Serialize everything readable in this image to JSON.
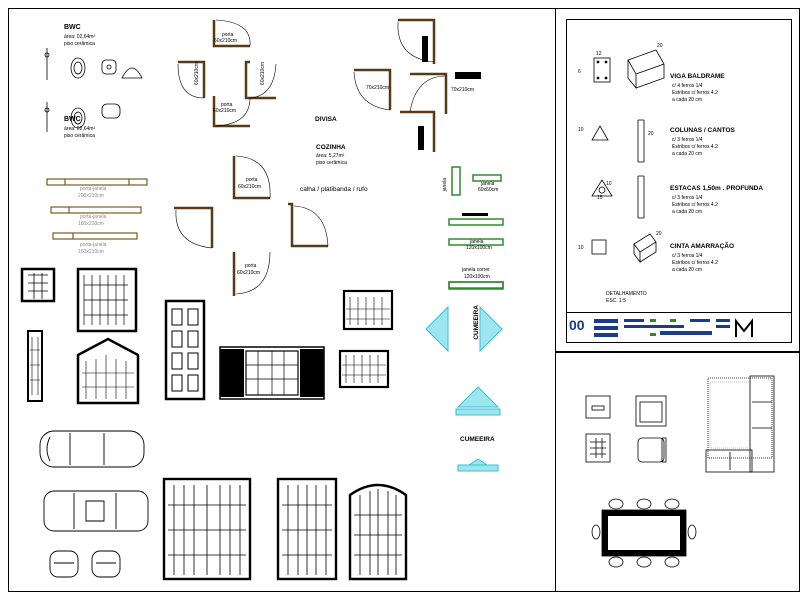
{
  "bwc1": {
    "title": "BWC",
    "area": "área: 02,64m²",
    "floor": "piso cerâmica"
  },
  "bwc2": {
    "title": "BWC",
    "area": "área: 02,64m²",
    "floor": "piso cerâmica"
  },
  "divisa": "DIVISA",
  "cozinha": {
    "title": "COZINHA",
    "area": "área: 5,27m²",
    "floor": "piso cerâmica"
  },
  "calha": "calha / platibanda / rufo",
  "porta_label": "porta",
  "porta_dim": "60x210cm",
  "porta_dim2": "70x210cm",
  "janela_label": "janela",
  "janela_dim1": "60x60cm",
  "janela_dim2": "120x100cm",
  "janela_corrar": "janela correr",
  "janela_corrar_dim": "120x100cm",
  "porta_janela": {
    "label": "porta-janela",
    "dim1": "200x210cm",
    "dim2": "180x210cm",
    "dim3": "160x210cm"
  },
  "cumeeira_v": "CUMEEIRA",
  "cumeeira_h": "CUMEEIRA",
  "details": {
    "viga": {
      "title": "VIGA BALDRAME",
      "l1": "c/ 4 ferros 1/4",
      "l2": "Estribos c/ ferros 4.2",
      "l3": "a cada 20 cm",
      "d1": "12",
      "d2": "20",
      "d3": "6"
    },
    "coluna": {
      "title": "COLUNAS / CANTOS",
      "l1": "c/ 3 ferros 1/4",
      "l2": "Estribos c/ ferros 4.2",
      "l3": "a cada 20 cm",
      "d1": "10",
      "d2": "20"
    },
    "estacas": {
      "title": "ESTACAS 1,50m . PROFUNDA",
      "l1": "c/ 3 ferros 1/4",
      "l2": "Estribos c/ ferros 4.2",
      "l3": "a cada 20 cm",
      "d1": "15",
      "d2": "10"
    },
    "cinta": {
      "title": "CINTA AMARRAÇÃO",
      "l1": "c/ 3 ferros 1/4",
      "l2": "Estribos c/ ferros 4.2",
      "l3": "a cada 20 cm",
      "d1": "10",
      "d2": "20"
    },
    "footer": "DETALHAMENTO",
    "footer_scale": "ESC. 1:5",
    "sheet_no": "00"
  },
  "colors": {
    "door": "#5a3a14",
    "green": "#2f8a2f",
    "cyan": "#33c3d6",
    "blue": "#1a3c8c",
    "wood": "#7a5a20"
  }
}
